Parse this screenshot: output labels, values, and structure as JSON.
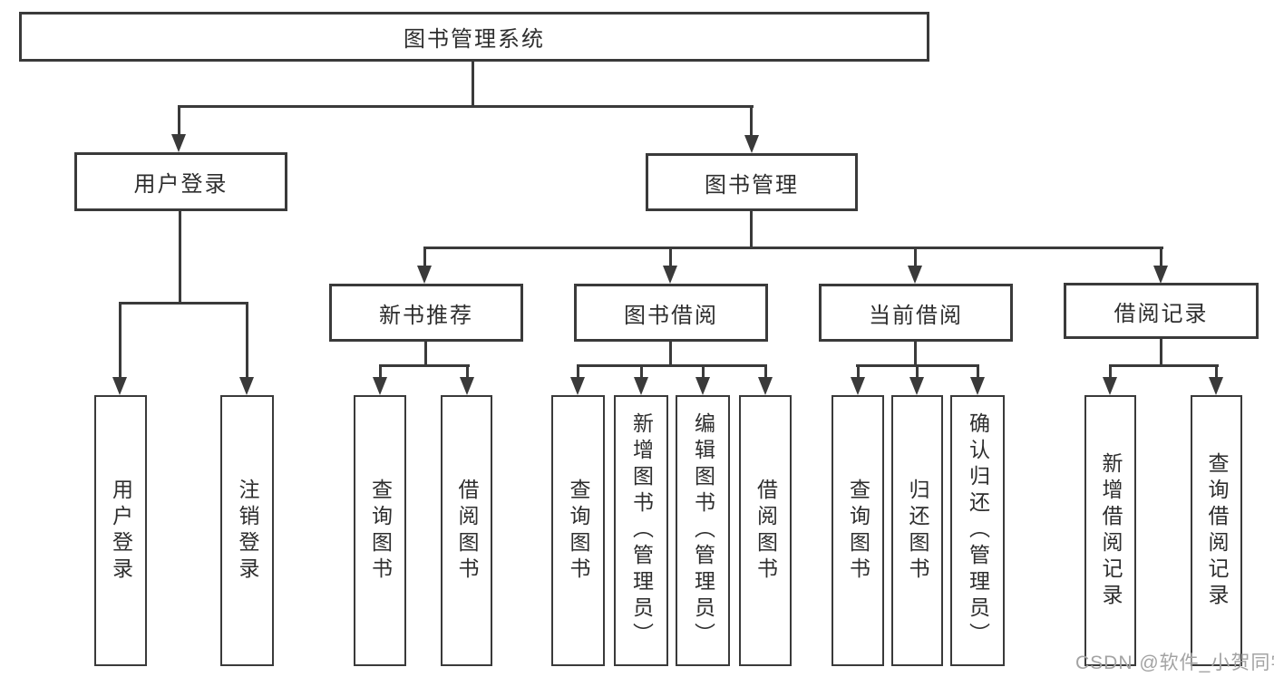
{
  "diagram": {
    "root": {
      "label": "图书管理系统"
    },
    "branches": [
      {
        "label": "用户登录",
        "children": [
          {
            "label": "用户登录"
          },
          {
            "label": "注销登录"
          }
        ]
      },
      {
        "label": "图书管理",
        "children": [
          {
            "label": "新书推荐",
            "children": [
              {
                "label": "查询图书"
              },
              {
                "label": "借阅图书"
              }
            ]
          },
          {
            "label": "图书借阅",
            "children": [
              {
                "label": "查询图书"
              },
              {
                "label": "新增图书（管理员）"
              },
              {
                "label": "编辑图书（管理员）"
              },
              {
                "label": "借阅图书"
              }
            ]
          },
          {
            "label": "当前借阅",
            "children": [
              {
                "label": "查询图书"
              },
              {
                "label": "归还图书"
              },
              {
                "label": "确认归还（管理员）"
              }
            ]
          },
          {
            "label": "借阅记录",
            "children": [
              {
                "label": "新增借阅记录"
              },
              {
                "label": "查询借阅记录"
              }
            ]
          }
        ]
      }
    ]
  },
  "watermark": {
    "text": "CSDN @软件_小贺同学"
  },
  "colors": {
    "line": "#3a3a3a",
    "text": "#2e2e2e",
    "watermark": "#a3a3a3",
    "background": "#ffffff"
  }
}
